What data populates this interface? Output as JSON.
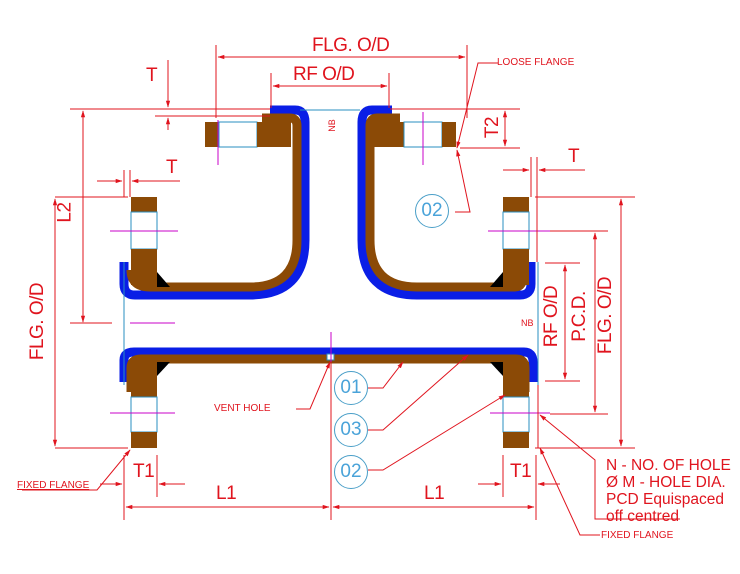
{
  "diagram": {
    "type": "bellows / expansion joint flange assembly drawing",
    "colors": {
      "dimension": "#e0141e",
      "liner": "#0a1ee6",
      "flange": "#8b4a06",
      "outline": "#2a8fc0",
      "centerline": "#c800c8",
      "callout": "#4aa3d9",
      "weld": "#000000"
    },
    "dimensions": {
      "top_flg_od": "FLG. O/D",
      "top_rf_od": "RF O/D",
      "top_t": "T",
      "left_t": "T",
      "right_t": "T",
      "t2": "T2",
      "l2": "L2",
      "left_flg_od": "FLG. O/D",
      "right_rf_od": "RF O/D",
      "right_pcd": "P.C.D.",
      "right_flg_od": "FLG. O/D",
      "left_t1": "T1",
      "right_t1": "T1",
      "left_l1": "L1",
      "right_l1": "L1",
      "nb_top": "NB",
      "nb_right": "NB"
    },
    "labels": {
      "loose_flange": "LOOSE FLANGE",
      "vent_hole": "VENT HOLE",
      "fixed_flange_left": "FIXED FLANGE",
      "fixed_flange_right": "FIXED FLANGE"
    },
    "callouts": {
      "c02_top": "02",
      "c01": "01",
      "c03": "03",
      "c02_bottom": "02"
    },
    "hole_note": {
      "line1": "N - NO.  OF  HOLE",
      "line2": "Ø M - HOLE  DIA.",
      "line3": "PCD  Equispaced",
      "line4": "off  centred"
    }
  }
}
